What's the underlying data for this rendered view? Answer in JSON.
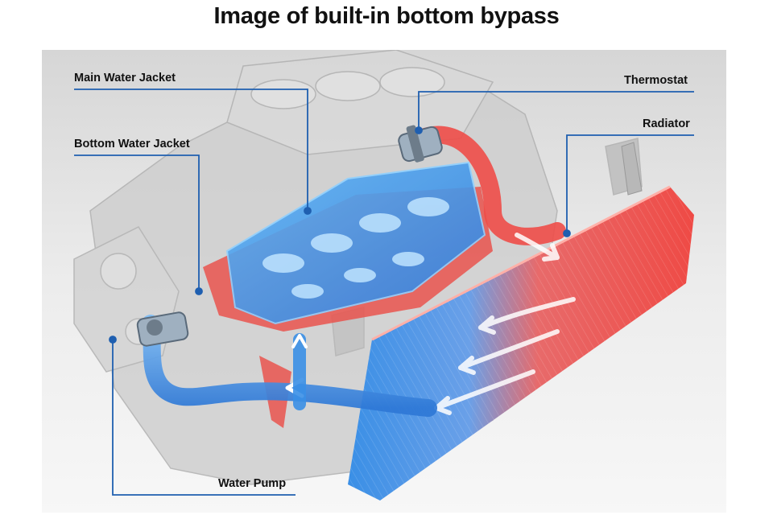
{
  "title": "Image of built-in bottom bypass",
  "labels": {
    "main_water_jacket": "Main Water Jacket",
    "bottom_water_jacket": "Bottom Water Jacket",
    "thermostat": "Thermostat",
    "radiator": "Radiator",
    "water_pump": "Water Pump"
  },
  "colors": {
    "hot": "#e8423e",
    "cool": "#3a8fe6",
    "leader_line": "#1f5fb0",
    "engine": "#c4c4c4"
  }
}
